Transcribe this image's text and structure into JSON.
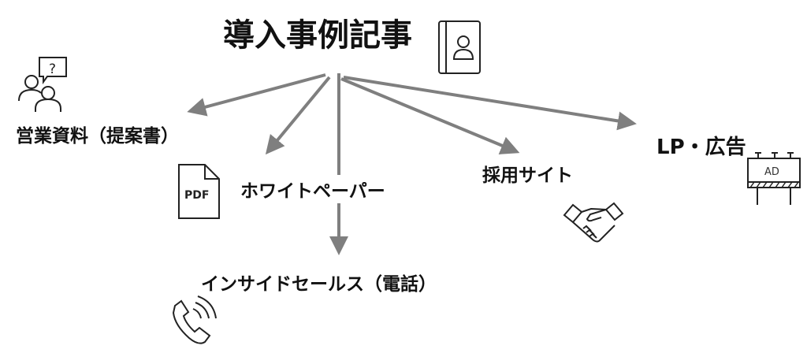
{
  "title": "導入事例記事",
  "targets": [
    {
      "label": "営業資料（提案書）",
      "icon": "people-question-icon"
    },
    {
      "label": "ホワイトペーパー",
      "icon": "pdf-file-icon"
    },
    {
      "label": "インサイドセールス（電話）",
      "icon": "phone-icon"
    },
    {
      "label": "採用サイト",
      "icon": "handshake-icon"
    },
    {
      "label": "LP・広告",
      "icon": "billboard-icon"
    }
  ],
  "icon_text": {
    "pdf": "PDF",
    "ad": "AD",
    "question": "?"
  },
  "colors": {
    "arrow": "#7f7f7f",
    "text": "#111111"
  }
}
